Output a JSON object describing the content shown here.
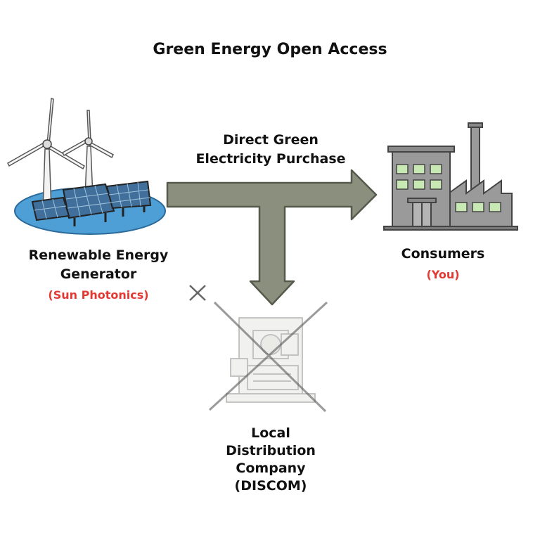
{
  "title": "Green Energy Open Access",
  "flow": {
    "label_line1": "Direct Green",
    "label_line2": "Electricity Purchase"
  },
  "generator": {
    "label_line1": "Renewable Energy",
    "label_line2": "Generator",
    "company": "(Sun Photonics)",
    "icon": "wind-turbines-solar-panels-icon"
  },
  "consumer": {
    "label": "Consumers",
    "note": "(You)",
    "icon": "factory-building-icon"
  },
  "discom": {
    "label_line1": "Local",
    "label_line2": "Distribution",
    "label_line3": "Company",
    "label_line4": "(DISCOM)",
    "icon": "crossed-out-substation-icon",
    "status": "bypassed"
  },
  "colors": {
    "arrow_fill": "#8b8f7d",
    "arrow_stroke": "#555a4c",
    "highlight": "#e23a33",
    "water": "#4e9fd6",
    "panel": "#3f6f9a",
    "window": "#c9e9b4",
    "building": "#9a9a9a"
  }
}
